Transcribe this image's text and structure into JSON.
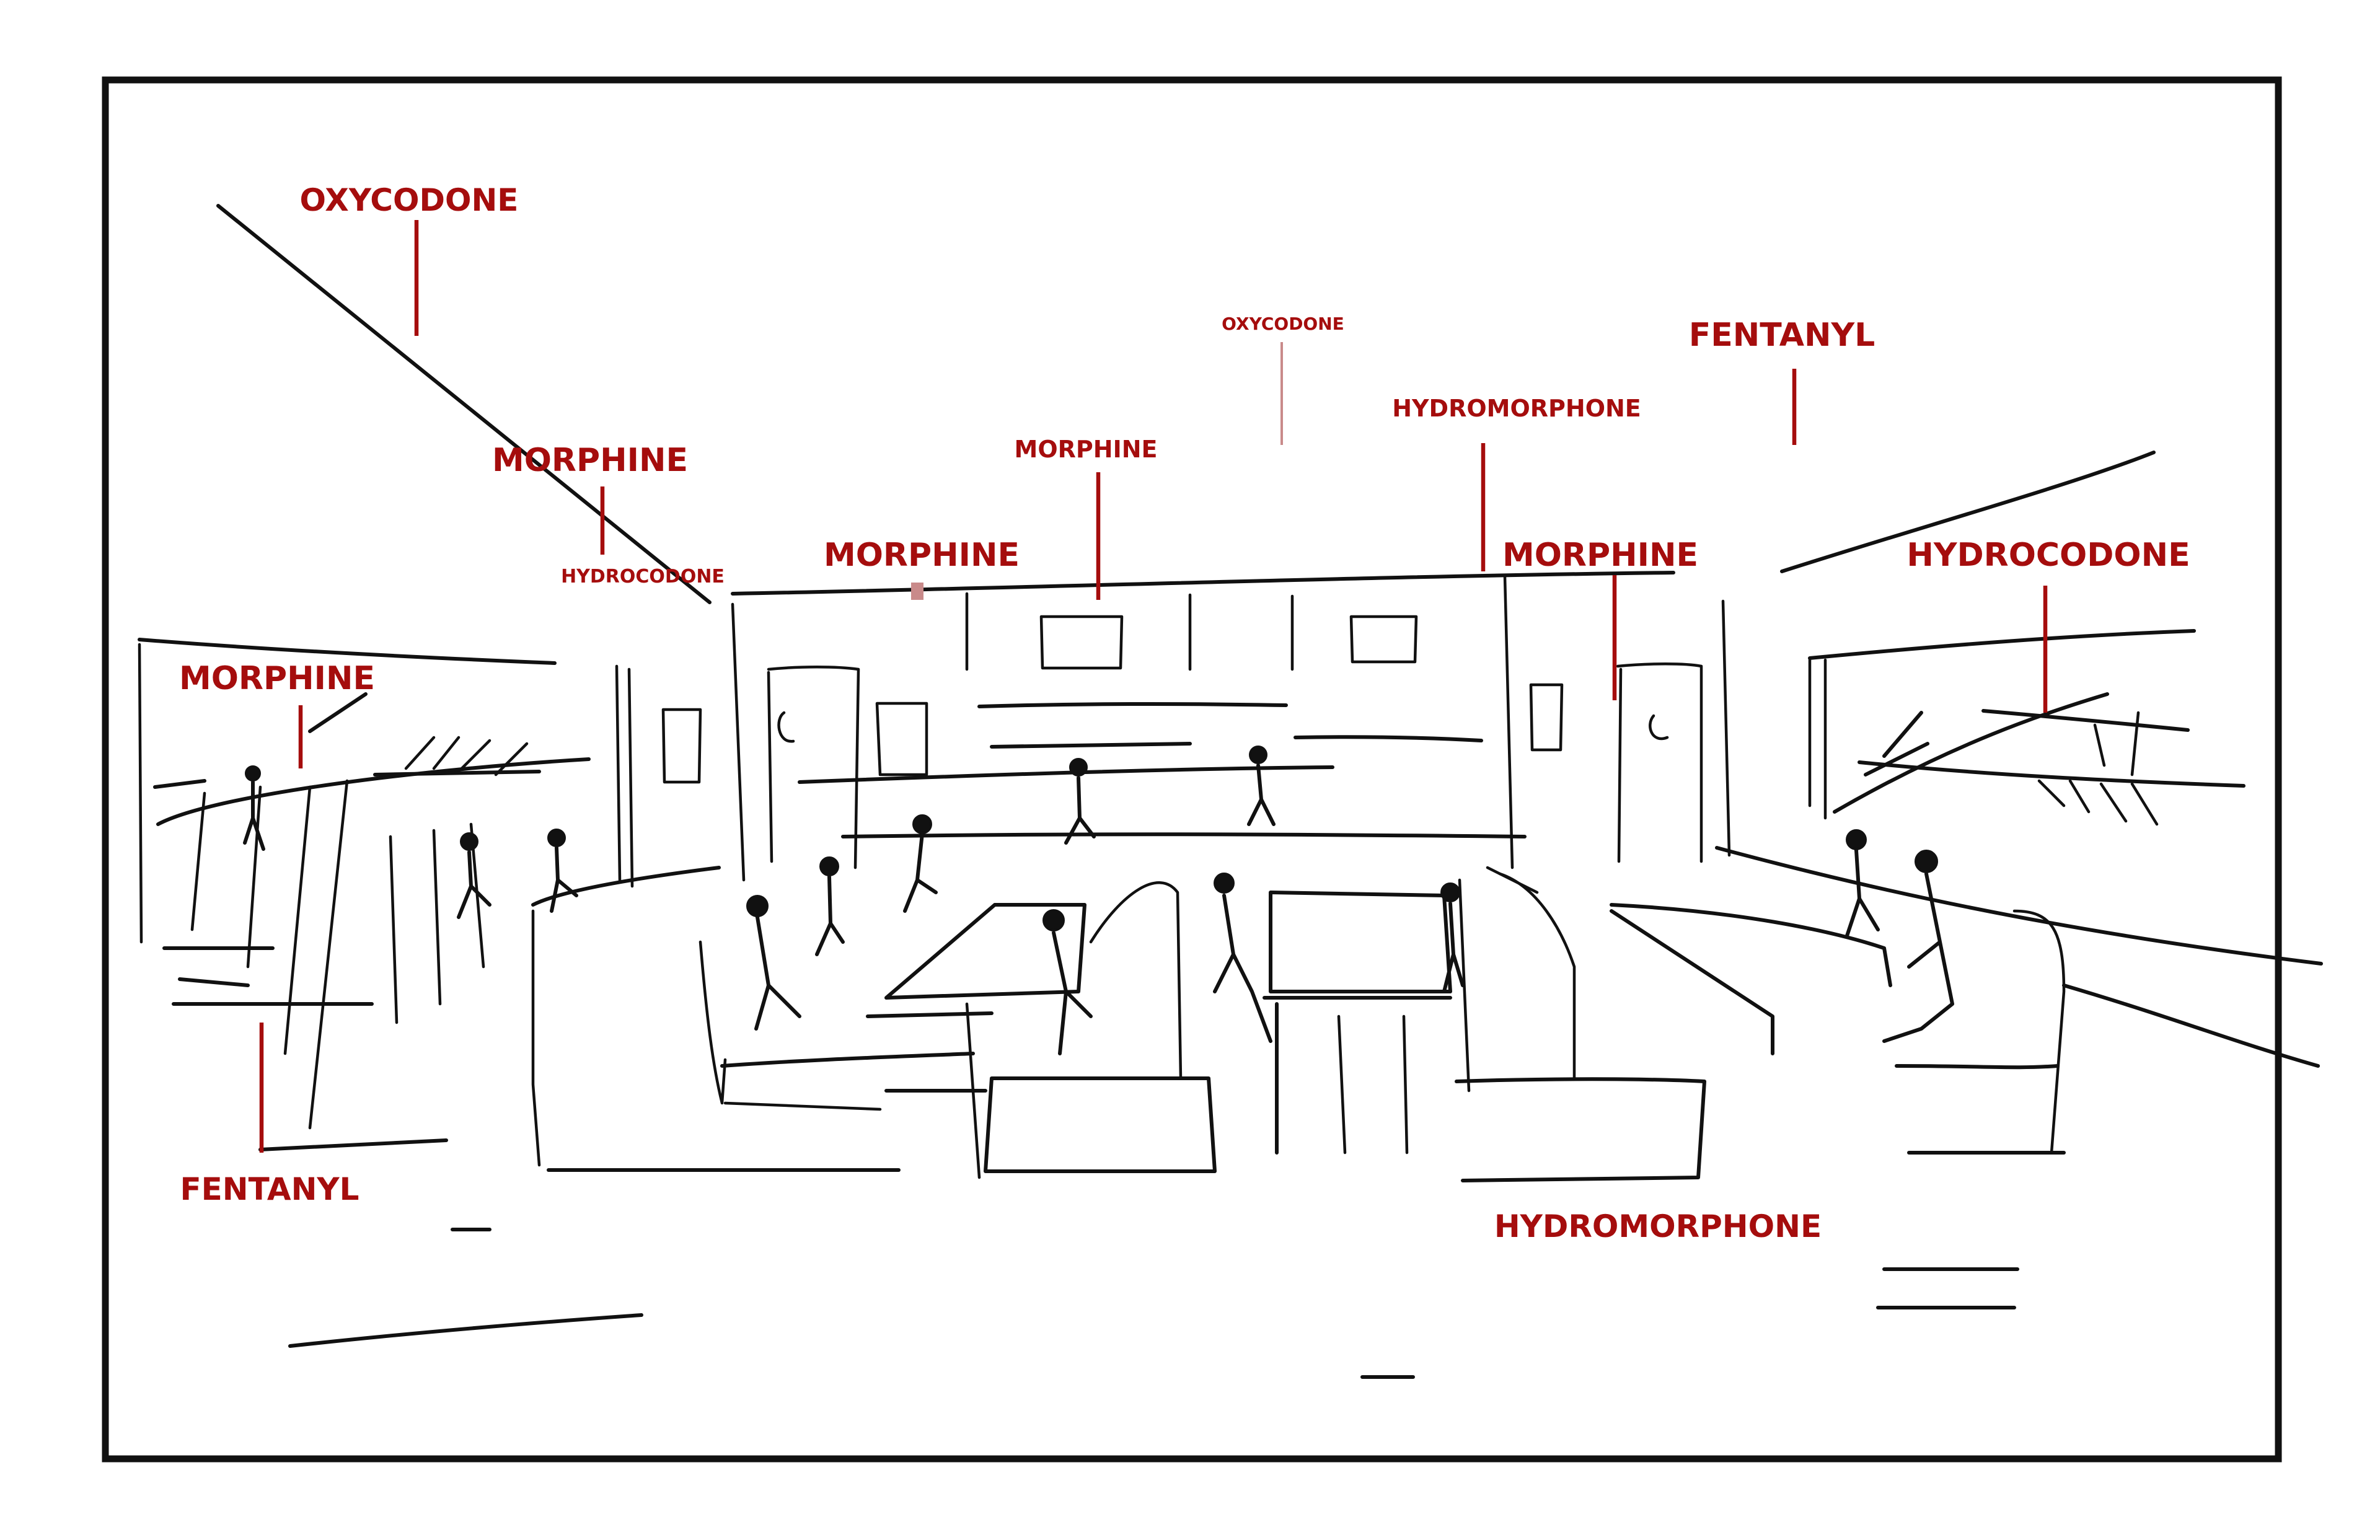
{
  "colors": {
    "background": "#ffffff",
    "frame": "#111111",
    "label": "#a50d0d",
    "label_faint": "#c98a8a"
  },
  "labels": {
    "oxycodone_top_left": "OXYCODONE",
    "morphine_ceiling_left": "MORPHINE",
    "hydrocodone_ceiling_left": "HYDROCODONE",
    "morphine_wall_left": "MORPHINE",
    "fentanyl_floor_left": "FENTANYL",
    "morphine_center_left": "MORPHINE",
    "morphine_center": "MORPHINE",
    "oxycodone_center": "OXYCODONE",
    "hydromorphone_ceiling": "HYDROMORPHONE",
    "fentanyl_top_right": "FENTANYL",
    "morphine_center_right": "MORPHINE",
    "hydrocodone_right": "HYDROCODONE",
    "hydromorphone_floor": "HYDROMORPHONE"
  }
}
